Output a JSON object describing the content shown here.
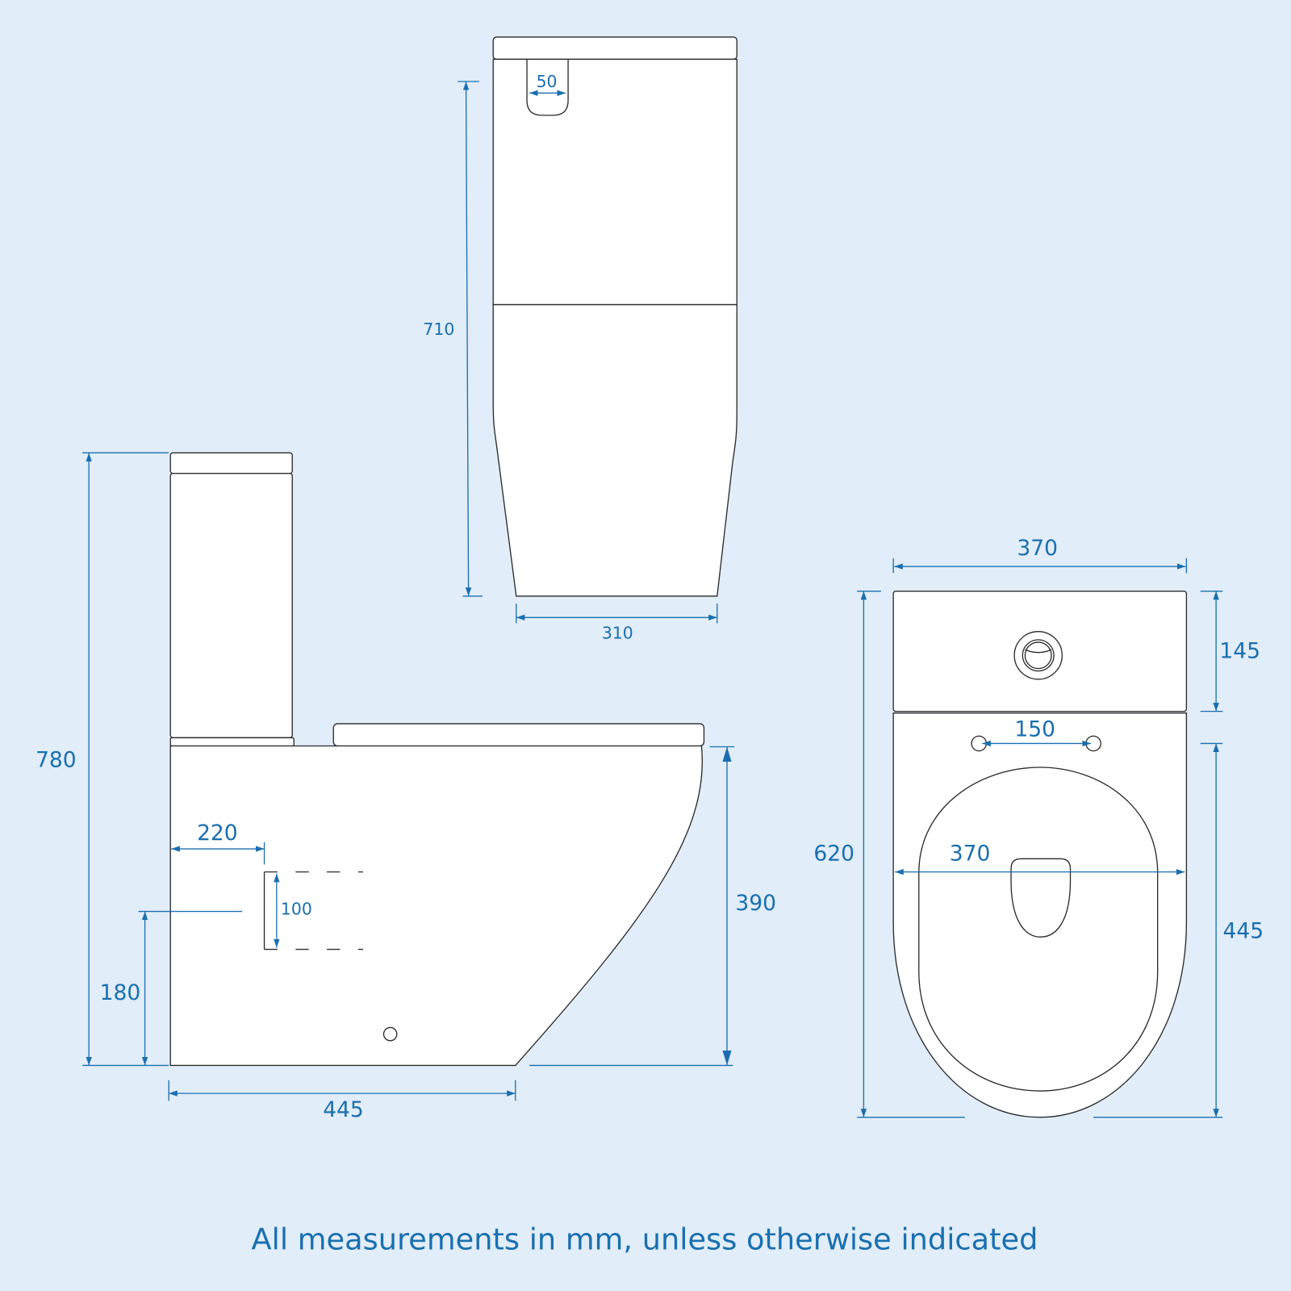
{
  "colors": {
    "background": "#e1edf8",
    "dimension": "#1a6fb0",
    "outline": "#2a2a2a",
    "fill": "#ffffff"
  },
  "front_view": {
    "button_width": "50",
    "height": "710",
    "base_width": "310"
  },
  "side_view": {
    "total_height": "780",
    "outlet_height": "180",
    "outlet_offset": "220",
    "outlet_size": "100",
    "pan_height": "390",
    "depth": "445"
  },
  "top_view": {
    "width": "370",
    "cistern_depth": "145",
    "fixing_centres": "150",
    "length": "620",
    "bowl_width": "370",
    "pan_length": "445"
  },
  "footer": {
    "note": "All measurements in mm, unless otherwise indicated"
  }
}
